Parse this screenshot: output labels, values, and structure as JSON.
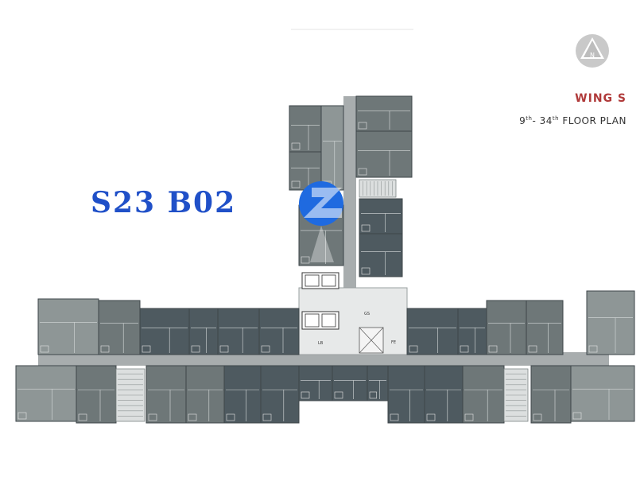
{
  "header": {
    "wing": "WING S",
    "floor_from": "9",
    "floor_from_suffix": "th",
    "floor_dash": "- ",
    "floor_to": "34",
    "floor_to_suffix": "th",
    "floor_plan_label": "FLOOR PLAN"
  },
  "compass": {
    "label": "N",
    "icon": "north-arrow-icon"
  },
  "callout": {
    "unit": "S23 B02"
  },
  "marker": {
    "icon": "location-marker-icon"
  },
  "core": {
    "lift_lobby_label": "LB",
    "gs_label": "GS",
    "fire_exit_label": "FE"
  },
  "colors": {
    "callout_text": "#2050c8",
    "wing_title": "#b03a3a",
    "marker": "#1f6ae0",
    "unit_light": "#8e9696",
    "unit_mid": "#6e7778",
    "unit_dark": "#4e5a60",
    "corridor": "#a8adae",
    "compass": "#c9c9c9"
  }
}
